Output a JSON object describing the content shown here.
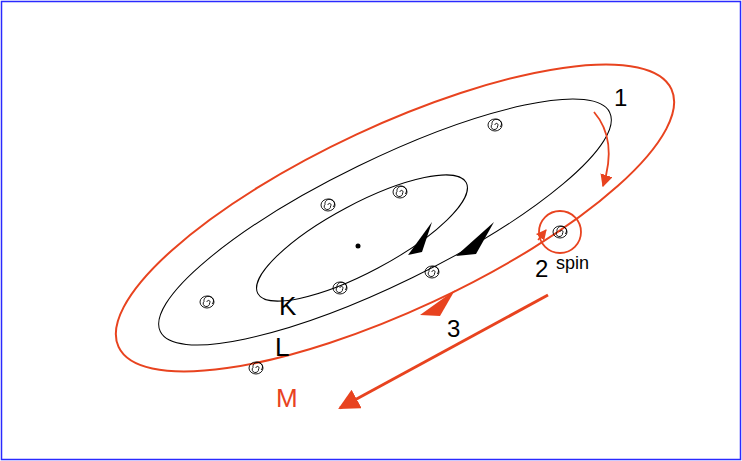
{
  "diagram": {
    "labels": [
      "1",
      "2",
      "spin",
      "3",
      "K",
      "L",
      "M"
    ]
  }
}
